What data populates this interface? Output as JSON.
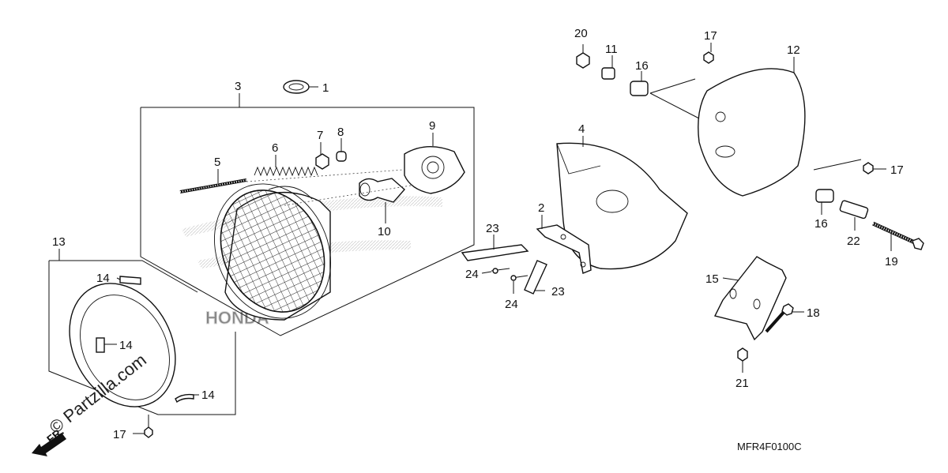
{
  "diagram": {
    "drawing_code": "MFR4F0100C",
    "watermark": "© Partzilla.com",
    "direction_label": "FR.",
    "background_logo": "HONDA",
    "callouts": {
      "c1": "1",
      "c2": "2",
      "c3": "3",
      "c4": "4",
      "c5": "5",
      "c6": "6",
      "c7": "7",
      "c8": "8",
      "c9": "9",
      "c10": "10",
      "c11": "11",
      "c12": "12",
      "c13": "13",
      "c14a": "14",
      "c14b": "14",
      "c14c": "14",
      "c15": "15",
      "c16a": "16",
      "c16b": "16",
      "c17a": "17",
      "c17b": "17",
      "c17c": "17",
      "c18": "18",
      "c19": "19",
      "c20": "20",
      "c21": "21",
      "c22": "22",
      "c23a": "23",
      "c23b": "23",
      "c24a": "24",
      "c24b": "24"
    }
  }
}
